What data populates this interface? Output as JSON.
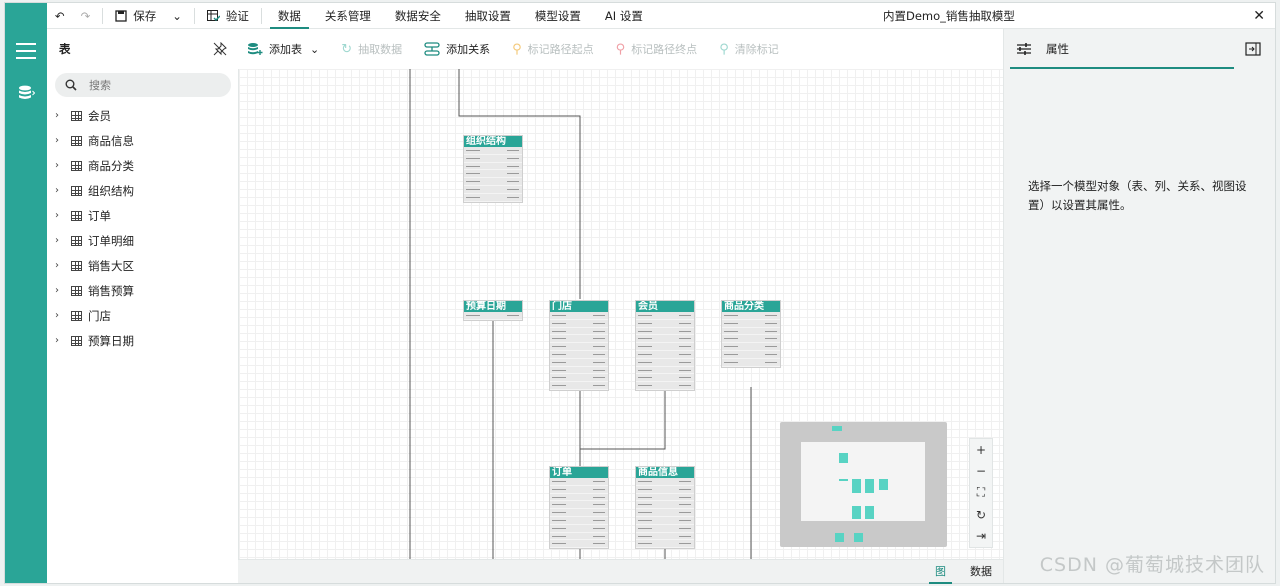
{
  "topbar": {
    "undo_icon": "undo-icon",
    "redo_icon": "redo-icon",
    "save_label": "保存",
    "validate_label": "验证",
    "tabs": [
      {
        "label": "数据",
        "active": true
      },
      {
        "label": "关系管理"
      },
      {
        "label": "数据安全"
      },
      {
        "label": "抽取设置"
      },
      {
        "label": "模型设置"
      },
      {
        "label": "AI 设置"
      }
    ],
    "window_title": "内置Demo_销售抽取模型",
    "close_glyph": "✕"
  },
  "left_panel": {
    "title": "表",
    "search_placeholder": "搜索",
    "tables": [
      "会员",
      "商品信息",
      "商品分类",
      "组织结构",
      "订单",
      "订单明细",
      "销售大区",
      "销售预算",
      "门店",
      "预算日期"
    ]
  },
  "toolbar": {
    "add_table": "添加表",
    "extract_data": "抽取数据",
    "add_relation": "添加关系",
    "mark_start": "标记路径起点",
    "mark_end": "标记路径终点",
    "clear_marks": "清除标记"
  },
  "canvas": {
    "entities": [
      "组织结构",
      "预算日期",
      "门店",
      "会员",
      "商品分类",
      "订单",
      "商品信息"
    ]
  },
  "zoom": {
    "in": "+",
    "out": "−"
  },
  "bottom_tabs": [
    {
      "label": "图",
      "active": true
    },
    {
      "label": "数据"
    }
  ],
  "right_panel": {
    "title": "属性",
    "empty_message": "选择一个模型对象（表、列、关系、视图设置）以设置其属性。"
  },
  "watermark": "CSDN @葡萄城技术团队",
  "colors": {
    "accent": "#2aa597",
    "accent_dark": "#1e8c80"
  }
}
